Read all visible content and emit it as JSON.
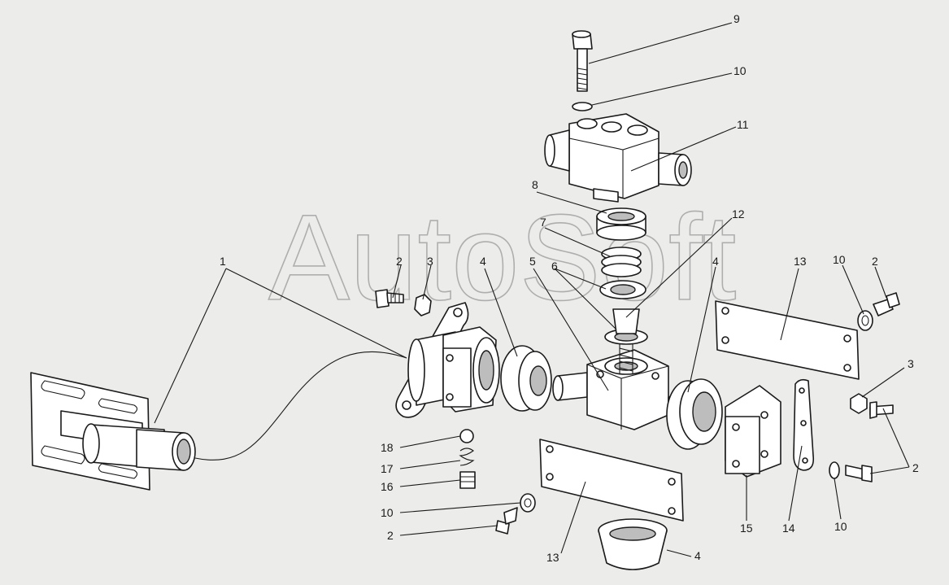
{
  "watermark": "AutoSoft",
  "callouts": {
    "c1": "1",
    "c2a": "2",
    "c3a": "3",
    "c4a": "4",
    "c5": "5",
    "c6": "6",
    "c7": "7",
    "c8": "8",
    "c9": "9",
    "c10a": "10",
    "c11": "11",
    "c12": "12",
    "c4b": "4",
    "c13a": "13",
    "c10b": "10",
    "c2b": "2",
    "c3b": "3",
    "c2c": "2",
    "c10c": "10",
    "c14": "14",
    "c15": "15",
    "c18": "18",
    "c17": "17",
    "c16": "16",
    "c10d": "10",
    "c2d": "2",
    "c13b": "13",
    "c4c": "4"
  },
  "colors": {
    "line": "#1a1a1a",
    "background": "#ececea",
    "watermark": "#9a9a9a"
  }
}
